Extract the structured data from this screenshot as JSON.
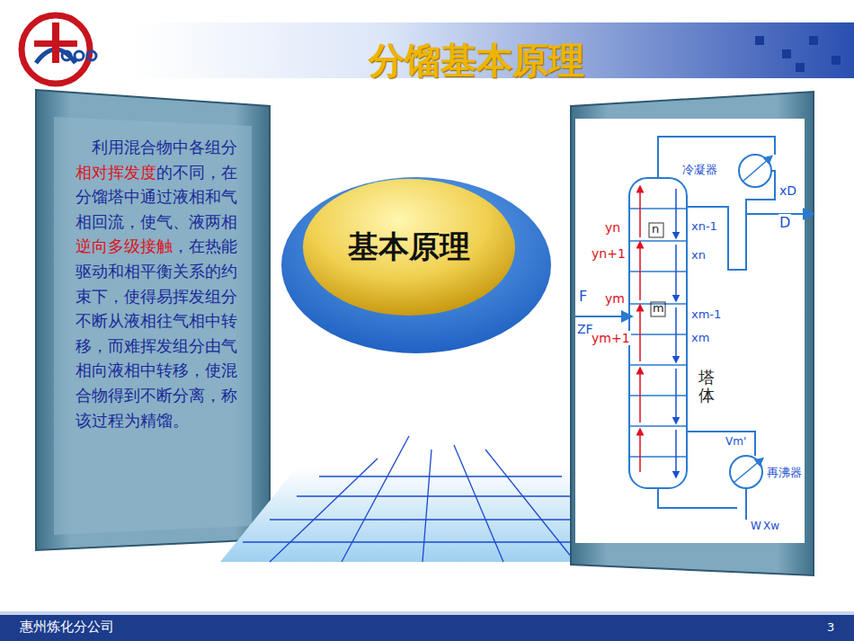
{
  "diagram": {
    "title": "分馏基本原理",
    "nodes": [
      {
        "text": [
          "利用混合物中各组分",
          "相对挥发度",
          "的不同，在分馏塔中通过液相和气相回流，使气、液两相",
          "逆向多级接触",
          "，在热能驱动和相平衡关系的约束下，使得易挥发组分不断从液相往气相中转移，而难挥发组分由气相向液相中转移，使混合物得到不断分离，称该过程为精馏。"
        ]
      },
      {
        "text": [
          "基本原理"
        ]
      }
    ],
    "edges": [],
    "labels": [
      "冷凝器",
      "xD",
      "D",
      "yn",
      "yn+1",
      "n",
      "xn-1",
      "xn",
      "F",
      "ZF",
      "ym",
      "ym+1",
      "m",
      "xm-1",
      "xm",
      "塔体",
      "Vm'",
      "再沸器",
      "W",
      "Xw",
      "惠州炼化分公司",
      "3"
    ]
  }
}
